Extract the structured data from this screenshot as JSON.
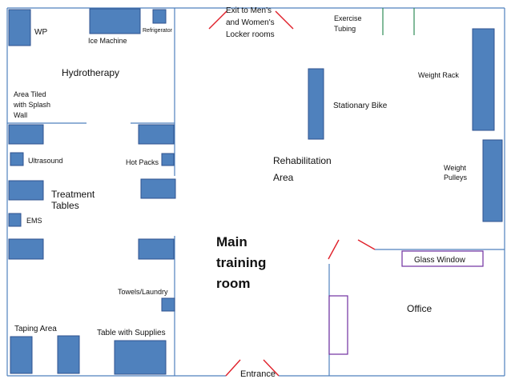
{
  "labels": {
    "wp": "WP",
    "ice_machine": "Ice Machine",
    "refrigerator": "Refrigerator",
    "exit_line1": "Exit to Men’s",
    "exit_line2": "and Women's",
    "exit_line3": "Locker rooms",
    "exercise_line1": "Exercise",
    "exercise_line2": "Tubing",
    "hydrotherapy": "Hydrotherapy",
    "area_tiled_line1": "Area Tiled",
    "area_tiled_line2": "with Splash",
    "area_tiled_line3": "Wall",
    "weight_rack": "Weight Rack",
    "stationary_bike": "Stationary Bike",
    "ultrasound": "Ultrasound",
    "hot_packs": "Hot Packs",
    "rehab_line1": "Rehabilitation",
    "rehab_line2": "Area",
    "weight_pulleys_line1": "Weight",
    "weight_pulleys_line2": "Pulleys",
    "treatment_line1": "Treatment",
    "treatment_line2": "Tables",
    "ems": "EMS",
    "main_line1": "Main",
    "main_line2": "training",
    "main_line3": "room",
    "glass_window": "Glass Window",
    "towels_laundry": "Towels/Laundry",
    "office": "Office",
    "taping_area": "Taping Area",
    "table_with_supplies": "Table with Supplies",
    "entrance": "Entrance"
  },
  "colors": {
    "fixture_fill": "#4f81bd",
    "fixture_stroke": "#2f528f",
    "wall": "#4f81bd",
    "door": "#e0202a",
    "tubing": "#2e8b57",
    "window": "#7030a0"
  }
}
